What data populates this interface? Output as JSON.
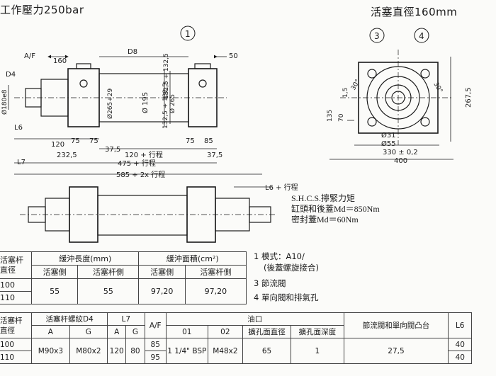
{
  "header": {
    "left_title": "工作壓力250bar",
    "right_title": "活塞直徑160mm"
  },
  "side_view_labels": {
    "callout_1": "1",
    "af": "A/F",
    "d4": "D4",
    "d8": "D8",
    "dim_160": "160",
    "dim_50": "50",
    "dim_180e8": "Ø180e8",
    "dim_265_29": "Ø265+29",
    "dim_195": "Ø 195",
    "dim_132_top": "132,5 + 132,5",
    "dim_265": "Ø 265",
    "dim_132_bot": "132,5 + 132,5",
    "l6": "L6",
    "dim_120": "120",
    "dim_75a": "75",
    "dim_75b": "75",
    "dim_75c": "75",
    "dim_85": "85",
    "dim_232": "232,5",
    "dim_37a": "37,5",
    "dim_120_stroke": "120 + 行程",
    "dim_37b": "37,5",
    "l7": "L7",
    "dim_475": "475 + 行程",
    "dim_585": "585 + 2x 行程",
    "l6_stroke": "L6 + 行程"
  },
  "end_view_labels": {
    "callout_3": "3",
    "callout_4": "4",
    "dim_30a": "30°",
    "dim_30b": "30°",
    "dim_15": "1,5",
    "dim_135": "135",
    "dim_70": "70",
    "dim_2675": "267,5",
    "dim_31": "Ø31",
    "dim_55": "Ø55",
    "dim_330": "330 ± 0,2",
    "dim_400": "400"
  },
  "torque_note": {
    "line1": "S.H.C.S.擰緊力矩",
    "line2": "缸頭和後蓋Md＝850Nm",
    "line3": "密封蓋Md＝60Nm"
  },
  "legend": {
    "item1": "1  模式：A10/",
    "item1b": "(後蓋螺旋接合)",
    "item3": "3  節流閥",
    "item4": "4  單向閥和排氣孔"
  },
  "cushion_table": {
    "col_rod_header_1": "活塞杆",
    "col_rod_header_2": "直徑",
    "col_length": "緩沖長度(mm)",
    "col_area": "緩沖面積(cm²)",
    "sub_piston_side_1": "活塞側",
    "sub_rod_side_1": "活塞杆側",
    "sub_piston_side_2": "活塞側",
    "sub_rod_side_2": "活塞杆側",
    "rows": [
      {
        "rod": "100"
      },
      {
        "rod": "110"
      }
    ],
    "length_piston": "55",
    "length_rod": "55",
    "area_piston": "97,20",
    "area_rod": "97,20"
  },
  "dims_table": {
    "col_rod_1": "活塞杆",
    "col_rod_2": "直徑",
    "col_thread": "活塞杆螺紋D4",
    "col_l7": "L7",
    "col_af": "A/F",
    "col_port": "油口",
    "col_valve": "節流閥和單向閥凸台",
    "col_l6": "L6",
    "sub_a1": "A",
    "sub_g1": "G",
    "sub_a2": "A",
    "sub_g2": "G",
    "sub_01": "01",
    "sub_02": "02",
    "sub_bore_dia": "擴孔面直徑",
    "sub_bore_depth": "擴孔面深度",
    "rows": [
      {
        "rod": "100",
        "af": "85",
        "l6": "40"
      },
      {
        "rod": "110",
        "af": "95",
        "l6": "40"
      }
    ],
    "thread_a": "M90x3",
    "thread_g": "M80x2",
    "l7_a": "120",
    "l7_g": "80",
    "port_01": "1 1/4\" BSP",
    "port_02": "M48x2",
    "bore_dia": "65",
    "bore_depth": "1",
    "valve_boss": "27,5"
  }
}
